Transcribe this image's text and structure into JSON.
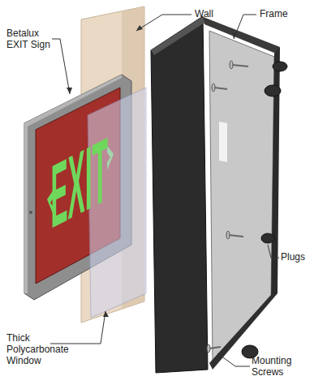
{
  "diagram": {
    "labels": [
      "Wall",
      "Frame",
      "Betalux EXIT Sign",
      "Plugs",
      "Thick Polycarbonate Window",
      "Mounting Screws",
      "EXIT"
    ]
  }
}
